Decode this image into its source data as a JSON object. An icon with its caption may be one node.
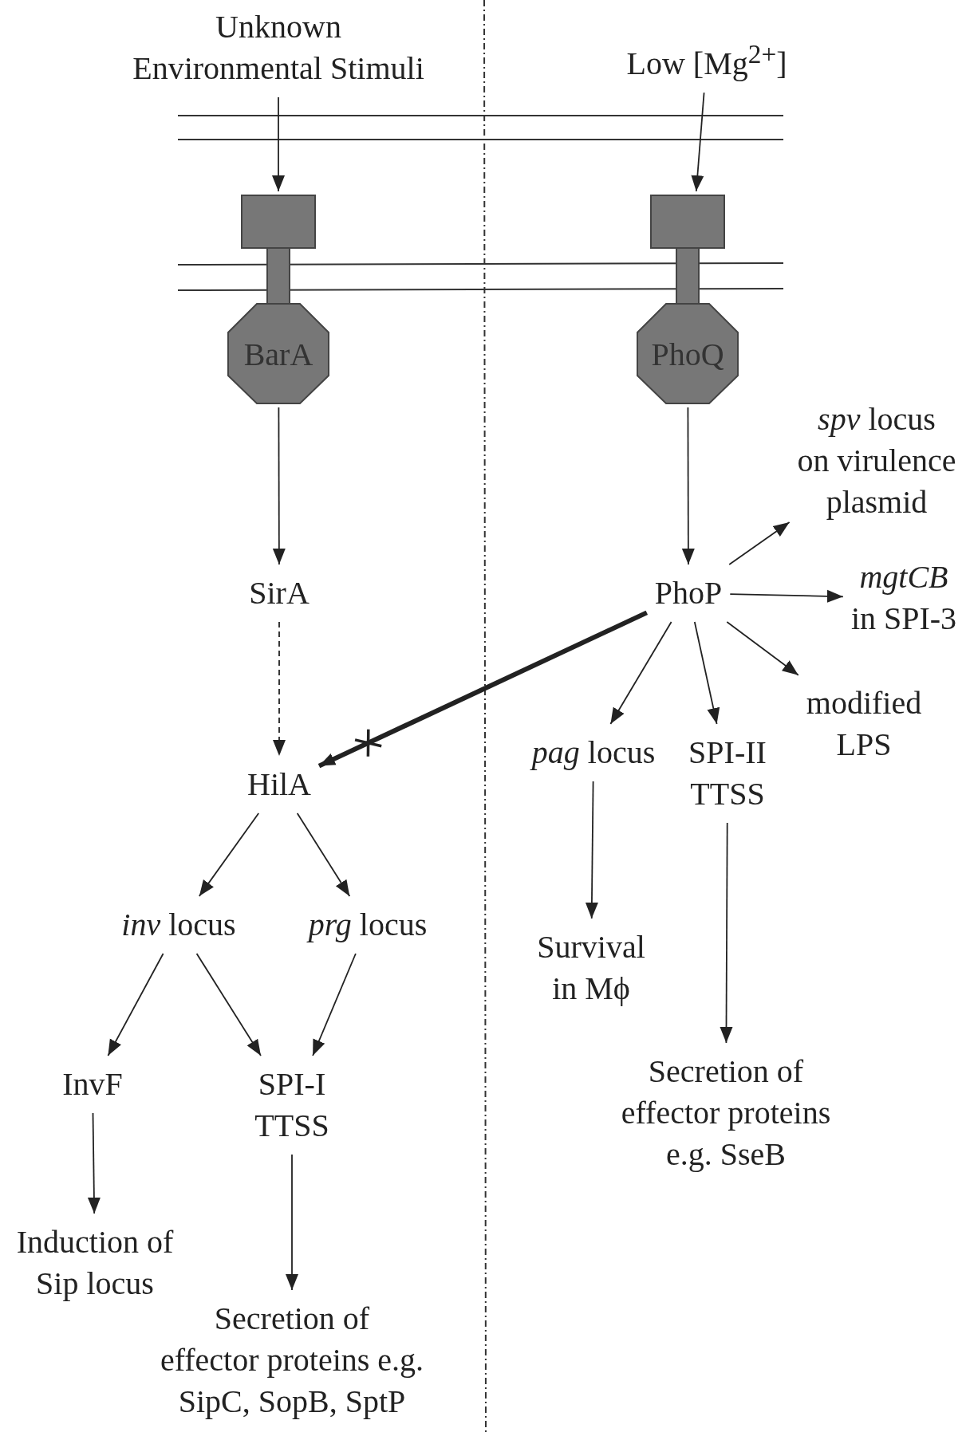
{
  "diagram": {
    "nodes": [
      {
        "text": [
          "Unknown Environmental Stimuli"
        ]
      },
      {
        "text": [
          "Low [Mg$^{2+}$]"
        ]
      },
      {
        "text": [
          "BarA"
        ]
      },
      {
        "text": [
          "PhoQ"
        ]
      },
      {
        "text": [
          "*spv* locus on virulence plasmid"
        ]
      },
      {
        "text": [
          "SirA"
        ]
      },
      {
        "text": [
          "PhoP"
        ]
      },
      {
        "text": [
          "*mgtCB* in SPI-3"
        ]
      },
      {
        "text": [
          "modified LPS"
        ]
      },
      {
        "text": [
          "*pag* locus"
        ]
      },
      {
        "text": [
          "SPI-II TTSS"
        ]
      },
      {
        "text": [
          "HilA"
        ]
      },
      {
        "text": [
          "*inv* locus"
        ]
      },
      {
        "text": [
          "*prg* locus"
        ]
      },
      {
        "text": [
          "Survival in Mϕ"
        ]
      },
      {
        "text": [
          "InvF"
        ]
      },
      {
        "text": [
          "SPI-I TTSS"
        ]
      },
      {
        "text": [
          "Secretion of effector proteins e.g. SseB"
        ]
      },
      {
        "text": [
          "Induction of Sip locus"
        ]
      },
      {
        "text": [
          "Secretion of effector proteins e.g. SipC, SopB, SptP"
        ]
      }
    ],
    "edges": [
      {
        "from": 0,
        "to": 2,
        "arrow": "to"
      },
      {
        "from": 1,
        "to": 3,
        "arrow": "to"
      },
      {
        "from": 2,
        "to": 5,
        "arrow": "to"
      },
      {
        "from": 3,
        "to": 6,
        "arrow": "to"
      },
      {
        "from": 6,
        "to": 4,
        "arrow": "to"
      },
      {
        "from": 6,
        "to": 7,
        "arrow": "to"
      },
      {
        "from": 5,
        "to": 11,
        "arrow": "to",
        "style": "dashed"
      },
      {
        "from": 6,
        "to": 11,
        "arrow": "to",
        "style": "thick"
      },
      {
        "from": 6,
        "to": 9,
        "arrow": "to"
      },
      {
        "from": 6,
        "to": 10,
        "arrow": "to"
      },
      {
        "from": 6,
        "to": 8,
        "arrow": "to"
      },
      {
        "from": 11,
        "to": 12,
        "arrow": "to"
      },
      {
        "from": 11,
        "to": 13,
        "arrow": "to"
      },
      {
        "from": 9,
        "to": 14,
        "arrow": "to"
      },
      {
        "from": 12,
        "to": 15,
        "arrow": "to"
      },
      {
        "from": 12,
        "to": 16,
        "arrow": "to"
      },
      {
        "from": 13,
        "to": 16,
        "arrow": "to"
      },
      {
        "from": 10,
        "to": 17,
        "arrow": "to"
      },
      {
        "from": 15,
        "to": 18,
        "arrow": "to"
      },
      {
        "from": 16,
        "to": 19,
        "arrow": "to"
      }
    ]
  }
}
